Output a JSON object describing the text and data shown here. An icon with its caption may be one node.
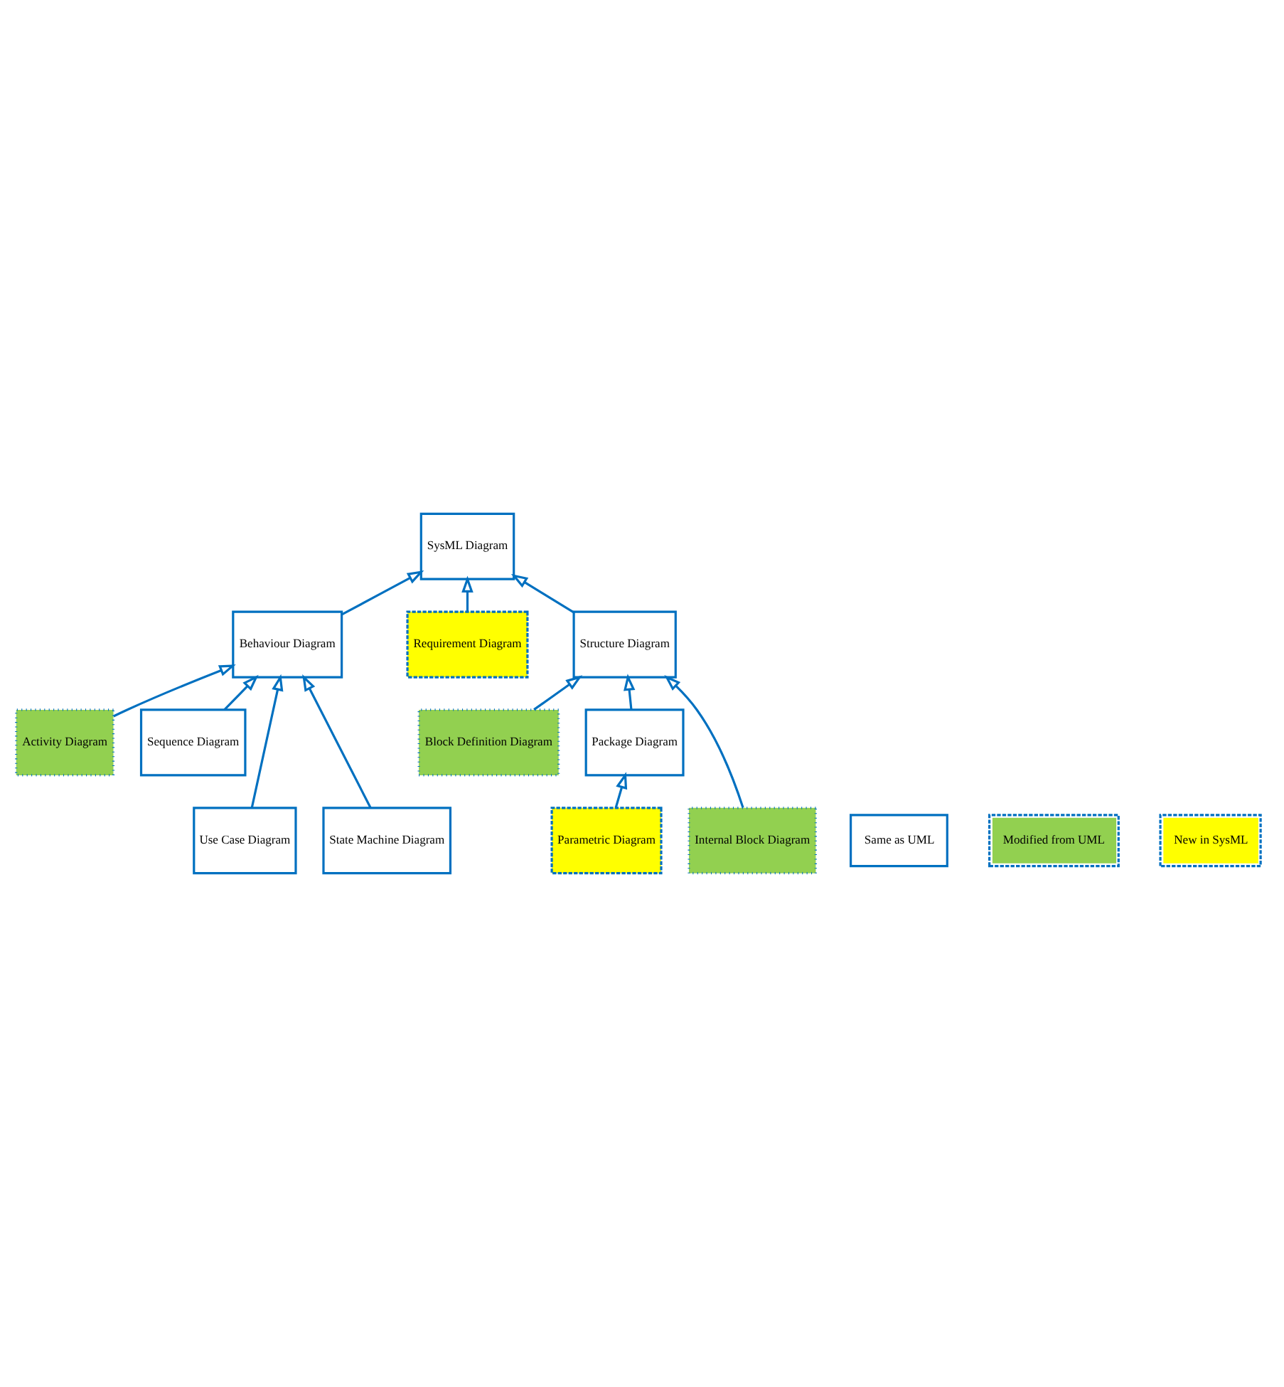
{
  "diagram": {
    "nodes": [
      {
        "text": [
          "SysML Diagram"
        ]
      },
      {
        "text": [
          "Behaviour Diagram"
        ]
      },
      {
        "text": [
          "Requirement Diagram"
        ]
      },
      {
        "text": [
          "Structure Diagram"
        ]
      },
      {
        "text": [
          "Activity Diagram"
        ]
      },
      {
        "text": [
          "Sequence Diagram"
        ]
      },
      {
        "text": [
          "Block Definition Diagram"
        ]
      },
      {
        "text": [
          "Package Diagram"
        ]
      },
      {
        "text": [
          "Use Case Diagram"
        ]
      },
      {
        "text": [
          "State Machine Diagram"
        ]
      },
      {
        "text": [
          "Internal Block Diagram"
        ]
      },
      {
        "text": [
          "Parametric Diagram"
        ]
      }
    ],
    "edges": [
      {
        "from": 1,
        "to": 0,
        "arrow": "to"
      },
      {
        "from": 2,
        "to": 0,
        "arrow": "to"
      },
      {
        "from": 3,
        "to": 0,
        "arrow": "to"
      },
      {
        "from": 4,
        "to": 1,
        "arrow": "to"
      },
      {
        "from": 5,
        "to": 1,
        "arrow": "to"
      },
      {
        "from": 8,
        "to": 1,
        "arrow": "to"
      },
      {
        "from": 9,
        "to": 1,
        "arrow": "to"
      },
      {
        "from": 6,
        "to": 3,
        "arrow": "to"
      },
      {
        "from": 7,
        "to": 3,
        "arrow": "to"
      },
      {
        "from": 10,
        "to": 3,
        "arrow": "to"
      },
      {
        "from": 11,
        "to": 7,
        "arrow": "to"
      }
    ],
    "legend": [
      {
        "text": "Same as UML",
        "color": "#ffffff"
      },
      {
        "text": "Modified from UML",
        "color": "#92d050"
      },
      {
        "text": "New in SysML",
        "color": "#ffff00"
      }
    ]
  }
}
